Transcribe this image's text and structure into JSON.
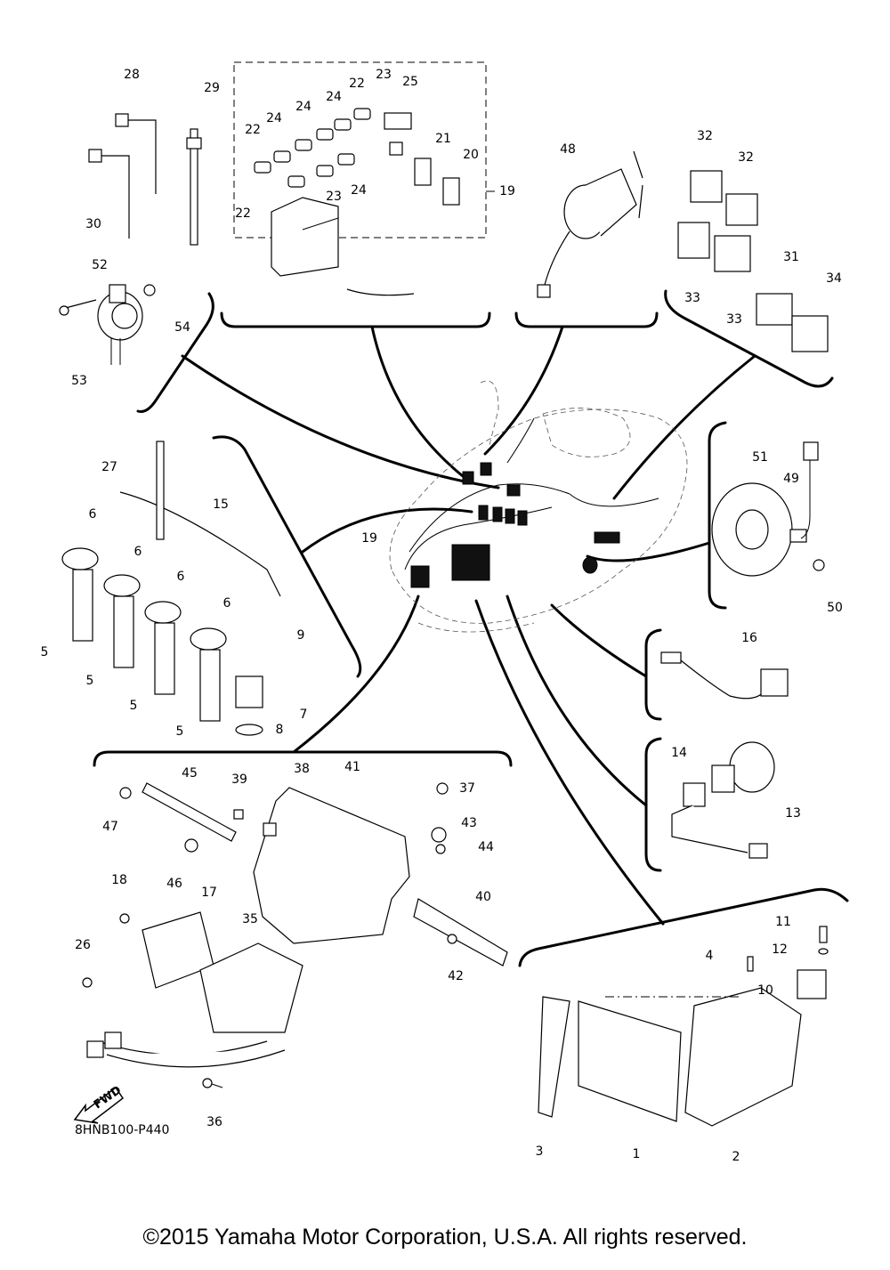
{
  "diagram": {
    "title": "Electrical parts diagram",
    "plate_code": "8HNB100-P440",
    "copyright": "©2015 Yamaha Motor Corporation, U.S.A. All rights reserved.",
    "fwd_label": "FWD",
    "groups": {
      "fuse_box": {
        "label": "19",
        "callouts": [
          "19",
          "20",
          "21",
          "22",
          "22",
          "22",
          "23",
          "23",
          "24",
          "24",
          "24",
          "24",
          "25"
        ]
      },
      "cable_ties_top": {
        "callouts": [
          "28",
          "29",
          "30"
        ]
      },
      "buzzer": {
        "callouts": [
          "52",
          "53",
          "54"
        ]
      },
      "main_switch": {
        "callouts": [
          "48"
        ]
      },
      "relays": {
        "callouts": [
          "31",
          "32",
          "32",
          "33",
          "33",
          "34"
        ]
      },
      "ignition_coils": {
        "callouts": [
          "5",
          "5",
          "5",
          "5",
          "6",
          "6",
          "6",
          "6",
          "7",
          "8",
          "9",
          "15",
          "27"
        ]
      },
      "main_harness": {
        "callouts": [
          "19"
        ]
      },
      "speed_sensor": {
        "callouts": [
          "49",
          "50",
          "51"
        ]
      },
      "temp_sensor": {
        "callouts": [
          "16"
        ]
      },
      "pressure_switch": {
        "callouts": [
          "13",
          "14"
        ]
      },
      "ecu_bracket": {
        "callouts": [
          "17",
          "18",
          "26",
          "35",
          "36",
          "37",
          "38",
          "39",
          "40",
          "41",
          "42",
          "43",
          "44",
          "45",
          "46",
          "47"
        ]
      },
      "ecu_unit": {
        "callouts": [
          "1",
          "2",
          "3",
          "4",
          "10",
          "11",
          "12"
        ]
      }
    },
    "labels": {
      "c1": "1",
      "c2": "2",
      "c3": "3",
      "c4": "4",
      "c5a": "5",
      "c5b": "5",
      "c5c": "5",
      "c5d": "5",
      "c6a": "6",
      "c6b": "6",
      "c6c": "6",
      "c6d": "6",
      "c7": "7",
      "c8": "8",
      "c9": "9",
      "c10": "10",
      "c11": "11",
      "c12": "12",
      "c13": "13",
      "c14": "14",
      "c15": "15",
      "c16": "16",
      "c17": "17",
      "c18": "18",
      "c19a": "19",
      "c19b": "19",
      "c20": "20",
      "c21": "21",
      "c22a": "22",
      "c22b": "22",
      "c22c": "22",
      "c23a": "23",
      "c23b": "23",
      "c24a": "24",
      "c24b": "24",
      "c24c": "24",
      "c24d": "24",
      "c25": "25",
      "c26": "26",
      "c27": "27",
      "c28": "28",
      "c29": "29",
      "c30": "30",
      "c31": "31",
      "c32a": "32",
      "c32b": "32",
      "c33a": "33",
      "c33b": "33",
      "c34": "34",
      "c35": "35",
      "c36": "36",
      "c37": "37",
      "c38": "38",
      "c39": "39",
      "c40": "40",
      "c41": "41",
      "c42": "42",
      "c43": "43",
      "c44": "44",
      "c45": "45",
      "c46": "46",
      "c47": "47",
      "c48": "48",
      "c49": "49",
      "c50": "50",
      "c51": "51",
      "c52": "52",
      "c53": "53",
      "c54": "54"
    }
  }
}
